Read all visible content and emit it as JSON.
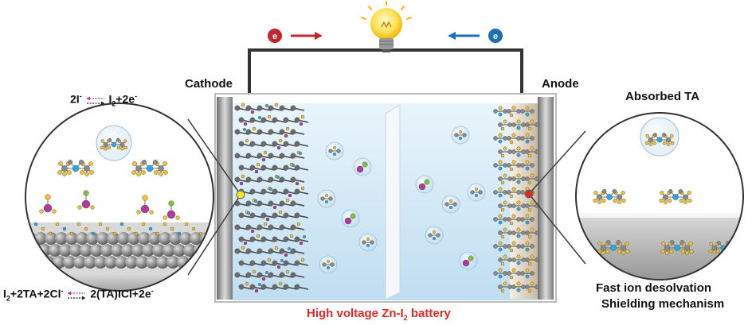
{
  "labels": {
    "cathode": "Cathode",
    "anode": "Anode",
    "absorbed": "Absorbed TA",
    "fast_ion": "Fast ion desolvation",
    "shielding": "Shielding mechanism",
    "caption_prefix": "High voltage Zn-I",
    "caption_sub": "2",
    "caption_suffix": " battery",
    "electron": "e"
  },
  "equation1": {
    "lhs": "2I",
    "lhs_sup": "-",
    "rhs_a": "I",
    "rhs_sub": "2",
    "rhs_b": "+2e",
    "rhs_sup": "-"
  },
  "equation2": {
    "p1": "I",
    "p1_sub": "2",
    "p2": "+2TA+2Cl",
    "p2_sup": "-",
    "rhs": "2(TA)ICl+2e",
    "rhs_sup": "-"
  },
  "colors": {
    "electrolyte": "#cfe6f5",
    "electron_red": "#c0282c",
    "electron_blue": "#1f6fb5",
    "wire": "#333333",
    "caption": "#e02a2a",
    "carbon": "#8a8a8a",
    "halogen": "#f2c12e",
    "nitrogen": "#2aa8e0",
    "iodine": "#b03a9a",
    "chlorine": "#7fc241"
  },
  "icons": [
    "lightbulb-icon",
    "electron-icon",
    "arrow-right-icon",
    "arrow-left-icon"
  ]
}
